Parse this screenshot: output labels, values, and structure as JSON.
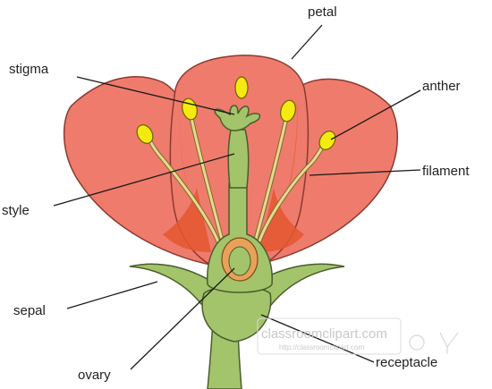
{
  "diagram": {
    "labels": {
      "petal": "petal",
      "stigma": "stigma",
      "anther": "anther",
      "filament": "filament",
      "style": "style",
      "sepal": "sepal",
      "ovary": "ovary",
      "receptacle": "receptacle"
    },
    "watermark": {
      "brand": "classroomclipart.com",
      "url": "http://classroomclipart.com"
    }
  },
  "colors": {
    "petal": "#ef7b6c",
    "petal_shadow": "#e4572f",
    "petal_outline": "#8a3a30",
    "green": "#a3c46a",
    "green_dark": "#7f9f4a",
    "green_outline": "#4a5c2c",
    "anther": "#f4ea12",
    "filament": "#e8d98a",
    "ovule": "#e9a15a",
    "leader": "#1a1a1a",
    "text": "#222222"
  }
}
